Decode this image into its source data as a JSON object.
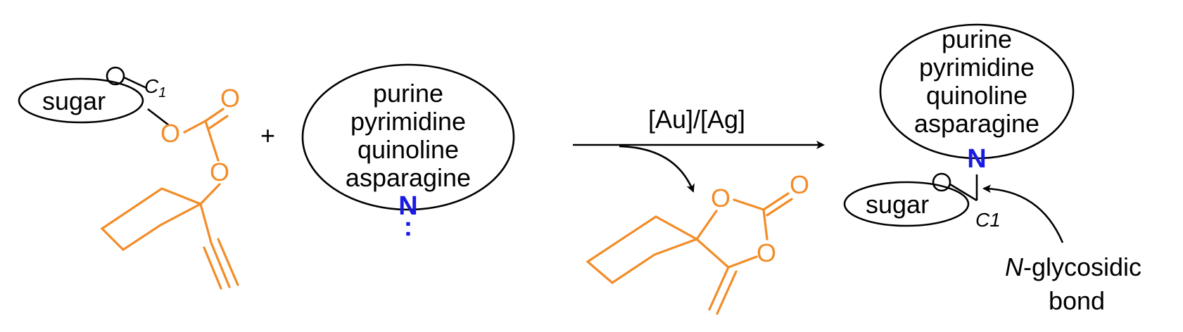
{
  "left_reactant": {
    "sugar_label": "sugar",
    "c1_label": "C",
    "c1_subscript": "1",
    "ring_oxygen_1": "O",
    "carbonyl_oxygen": "O",
    "ester_oxygen": "O"
  },
  "plus_sign": "+",
  "nucleobase": {
    "lines": [
      "purine",
      "pyrimidine",
      "quinoline",
      "asparagine"
    ],
    "nitrogen": "N",
    "lone_pair": ":"
  },
  "reagent": "[Au]/[Ag]",
  "byproduct": {
    "oxygen_top": "O",
    "carbonyl_oxygen": "O",
    "oxygen_bottom": "O"
  },
  "product": {
    "lines": [
      "purine",
      "pyrimidine",
      "quinoline",
      "asparagine"
    ],
    "nitrogen": "N",
    "sugar_label": "sugar",
    "c1_label": "C1"
  },
  "annotation": {
    "n_italic": "N",
    "text_line1": "-glycosidic",
    "text_line2": "bond"
  },
  "colors": {
    "orange": "#f28c28",
    "blue": "#1a1ae6",
    "black": "#000000"
  }
}
